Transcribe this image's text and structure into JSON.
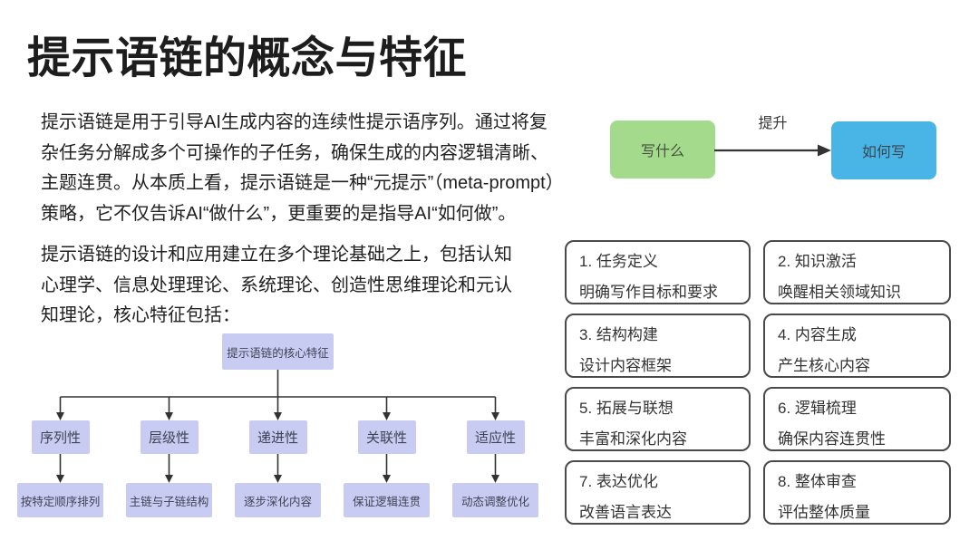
{
  "slide": {
    "title": "提示语链的概念与特征"
  },
  "intro": {
    "para1_lines": [
      "提示语链是用于引导AI生成内容的连续性提示语序列。通过将复",
      "杂任务分解成多个可操作的子任务，确保生成的内容逻辑清晰、",
      "主题连贯。从本质上看，提示语链是一种“元提示”（meta-prompt）",
      "策略，它不仅告诉AI“做什么”，更重要的是指导AI“如何做”。"
    ],
    "para2_lines": [
      "提示语链的设计和应用建立在多个理论基础之上，包括认知",
      "心理学、信息处理理论、系统理论、创造性思维理论和元认",
      "知理论，核心特征包括："
    ]
  },
  "flow": {
    "from_label": "写什么",
    "arrow_label": "提升",
    "to_label": "如何写",
    "from_color": "#a4da8c",
    "to_color": "#49b5e7"
  },
  "tree": {
    "root_label": "提示语链的核心特征",
    "node_color": "#c9ccf2",
    "branches": [
      {
        "label": "序列性",
        "desc": "按特定顺序排列"
      },
      {
        "label": "层级性",
        "desc": "主链与子链结构"
      },
      {
        "label": "递进性",
        "desc": "逐步深化内容"
      },
      {
        "label": "关联性",
        "desc": "保证逻辑连贯"
      },
      {
        "label": "适应性",
        "desc": "动态调整优化"
      }
    ]
  },
  "process_grid": {
    "items": [
      {
        "title": "1. 任务定义",
        "desc": "明确写作目标和要求"
      },
      {
        "title": "2. 知识激活",
        "desc": "唤醒相关领域知识"
      },
      {
        "title": "3. 结构构建",
        "desc": "设计内容框架"
      },
      {
        "title": "4. 内容生成",
        "desc": "产生核心内容"
      },
      {
        "title": "5. 拓展与联想",
        "desc": "丰富和深化内容"
      },
      {
        "title": "6. 逻辑梳理",
        "desc": "确保内容连贯性"
      },
      {
        "title": "7. 表达优化",
        "desc": "改善语言表达"
      },
      {
        "title": "8. 整体审查",
        "desc": "评估整体质量"
      }
    ]
  }
}
